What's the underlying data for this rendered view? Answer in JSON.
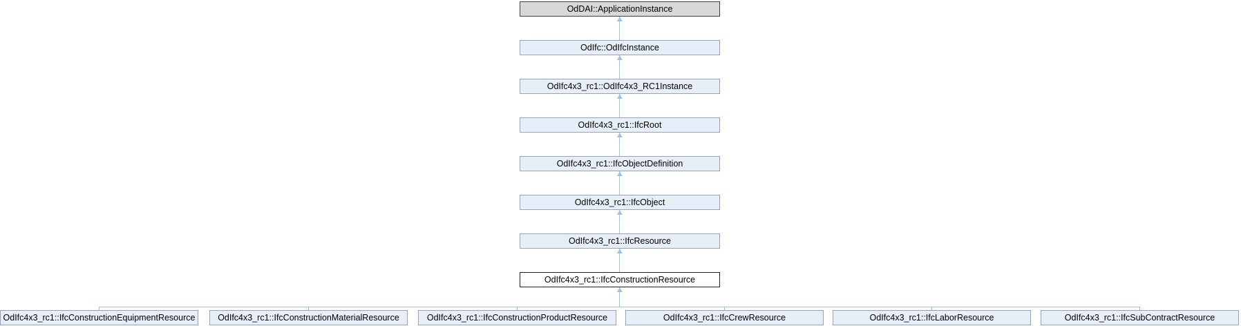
{
  "colors": {
    "edge": "#9cc2e4",
    "node-linked-bg": "#e8eef7",
    "node-linked-border": "#93a2c0",
    "node-external-bg": "#d8d8d8",
    "node-external-border": "#404040",
    "node-current-bg": "#ffffff",
    "node-current-border": "#202020",
    "text": "#000000"
  },
  "chain": [
    {
      "label": "OdDAI::ApplicationInstance"
    },
    {
      "label": "OdIfc::OdIfcInstance"
    },
    {
      "label": "OdIfc4x3_rc1::OdIfc4x3_RC1Instance"
    },
    {
      "label": "OdIfc4x3_rc1::IfcRoot"
    },
    {
      "label": "OdIfc4x3_rc1::IfcObjectDefinition"
    },
    {
      "label": "OdIfc4x3_rc1::IfcObject"
    },
    {
      "label": "OdIfc4x3_rc1::IfcResource"
    },
    {
      "label": "OdIfc4x3_rc1::IfcConstructionResource"
    }
  ],
  "children": [
    {
      "label": "OdIfc4x3_rc1::IfcConstructionEquipmentResource"
    },
    {
      "label": "OdIfc4x3_rc1::IfcConstructionMaterialResource"
    },
    {
      "label": "OdIfc4x3_rc1::IfcConstructionProductResource"
    },
    {
      "label": "OdIfc4x3_rc1::IfcCrewResource"
    },
    {
      "label": "OdIfc4x3_rc1::IfcLaborResource"
    },
    {
      "label": "OdIfc4x3_rc1::IfcSubContractResource"
    }
  ]
}
